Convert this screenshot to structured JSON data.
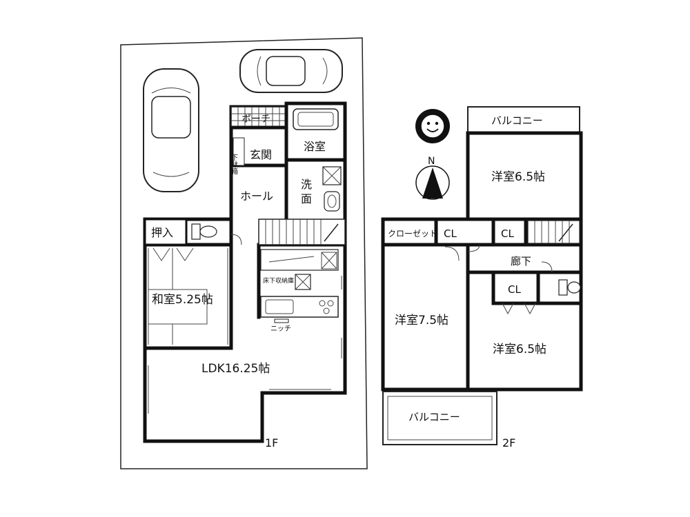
{
  "floor1": {
    "label": "1F",
    "rooms": {
      "porch": "ポーチ",
      "shoe_box": "下駄箱",
      "genkan": "玄関",
      "bath": "浴室",
      "washroom": "洗面",
      "hall": "ホール",
      "oshiire": "押入",
      "washitsu": "和室5.25帖",
      "underfloor": "床下収納庫",
      "niche": "ニッチ",
      "ldk": "LDK16.25帖"
    }
  },
  "floor2": {
    "label": "2F",
    "rooms": {
      "balcony_top": "バルコニー",
      "bedroom_ne": "洋室6.5帖",
      "closet": "クローゼット",
      "cl1": "CL",
      "cl2": "CL",
      "cl3": "CL",
      "corridor": "廊下",
      "bedroom_w": "洋室7.5帖",
      "bedroom_se": "洋室6.5帖",
      "balcony_bottom": "バルコニー"
    }
  },
  "compass": {
    "north": "N"
  },
  "icons": [
    "car-icon",
    "car-icon",
    "sun-icon",
    "compass-icon",
    "toilet-icon",
    "bathtub-icon",
    "stairs-icon",
    "stove-icon"
  ]
}
